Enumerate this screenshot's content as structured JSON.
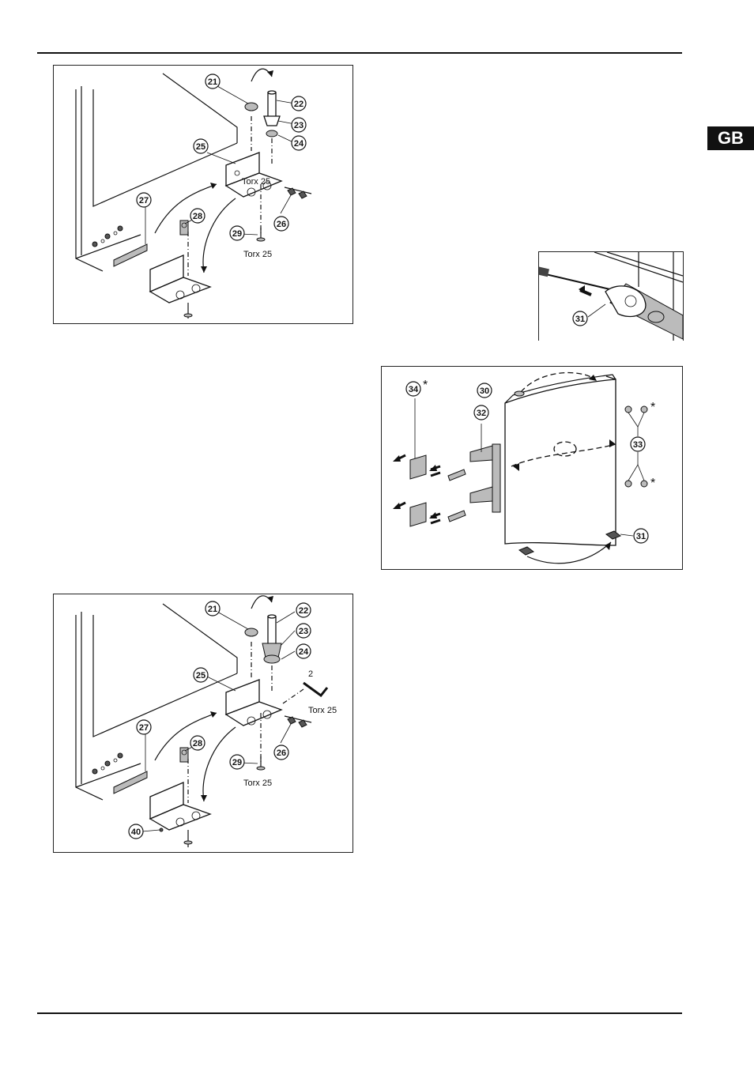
{
  "header": {
    "language_tab": "GB"
  },
  "figure_1": {
    "callouts": [
      "21",
      "22",
      "23",
      "24",
      "25",
      "26",
      "27",
      "28",
      "29"
    ],
    "torx_labels": [
      "Torx 25",
      "Torx 25"
    ]
  },
  "figure_2": {
    "callouts": [
      "31"
    ]
  },
  "figure_3": {
    "callouts": [
      "34",
      "30",
      "32",
      "33",
      "31"
    ],
    "asterisks": [
      "*",
      "*",
      "*"
    ]
  },
  "figure_4": {
    "callouts": [
      "21",
      "22",
      "23",
      "24",
      "25",
      "26",
      "27",
      "28",
      "29",
      "40"
    ],
    "torx_labels": [
      "Torx 25",
      "Torx 25"
    ],
    "hex_key_size": "2"
  }
}
